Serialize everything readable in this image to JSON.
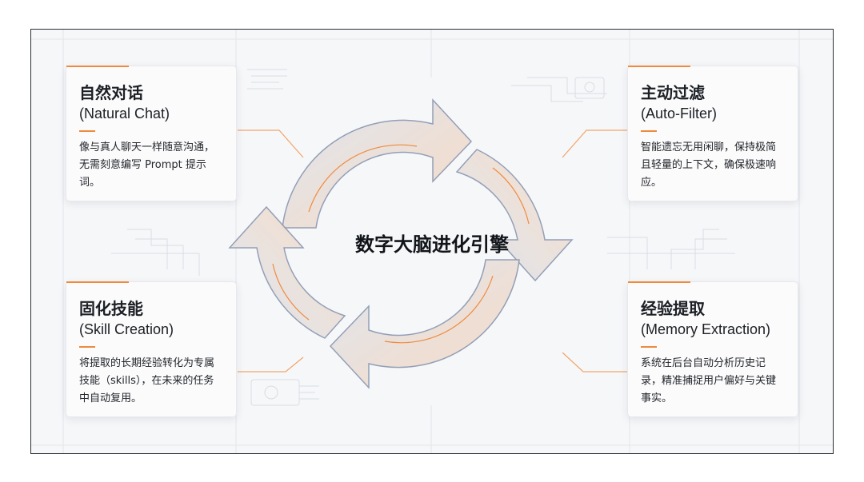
{
  "center": {
    "title": "数字大脑进化引擎"
  },
  "cards": [
    {
      "id": "natural-chat",
      "title": "自然对话",
      "subtitle": "(Natural Chat)",
      "desc": "像与真人聊天一样随意沟通，无需刻意编写 Prompt 提示词。"
    },
    {
      "id": "auto-filter",
      "title": "主动过滤",
      "subtitle": "(Auto-Filter)",
      "desc": "智能遗忘无用闲聊，保持极简且轻量的上下文，确保极速响应。"
    },
    {
      "id": "skill-creation",
      "title": "固化技能",
      "subtitle": "(Skill Creation)",
      "desc": "将提取的长期经验转化为专属技能（skills），在未来的任务中自动复用。"
    },
    {
      "id": "memory-extraction",
      "title": "经验提取",
      "subtitle": "(Memory Extraction)",
      "desc": "系统在后台自动分析历史记录，精准捕捉用户偏好与关键事实。"
    }
  ],
  "colors": {
    "accent": "#f08a3c",
    "arrow_blue": "#8e9bb3",
    "text": "#1c1f24"
  },
  "icons": [
    "cycle-arrow-top-right",
    "cycle-arrow-bottom-right",
    "cycle-arrow-bottom-left",
    "cycle-arrow-top-left"
  ]
}
